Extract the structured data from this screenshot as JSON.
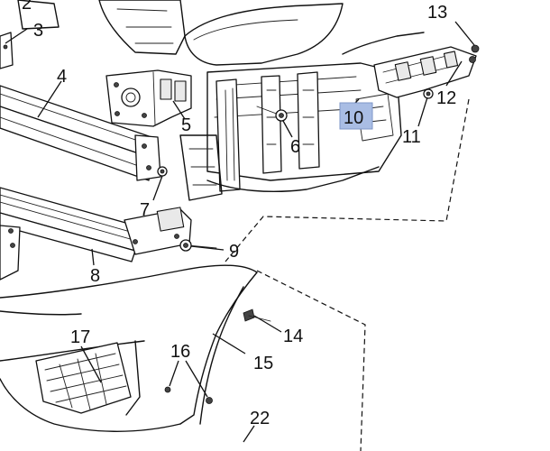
{
  "callouts": [
    {
      "id": "c2",
      "label": "2"
    },
    {
      "id": "c3",
      "label": "3"
    },
    {
      "id": "c4",
      "label": "4"
    },
    {
      "id": "c5",
      "label": "5"
    },
    {
      "id": "c6",
      "label": "6"
    },
    {
      "id": "c7",
      "label": "7"
    },
    {
      "id": "c8",
      "label": "8"
    },
    {
      "id": "c9",
      "label": "9"
    },
    {
      "id": "c10",
      "label": "10",
      "highlighted": true
    },
    {
      "id": "c11",
      "label": "11"
    },
    {
      "id": "c12",
      "label": "12"
    },
    {
      "id": "c13",
      "label": "13"
    },
    {
      "id": "c14",
      "label": "14"
    },
    {
      "id": "c15",
      "label": "15"
    },
    {
      "id": "c16",
      "label": "16"
    },
    {
      "id": "c17",
      "label": "17"
    },
    {
      "id": "c22",
      "label": "22"
    }
  ],
  "colors": {
    "highlight": "#a9bde4",
    "ink": "#111111"
  }
}
